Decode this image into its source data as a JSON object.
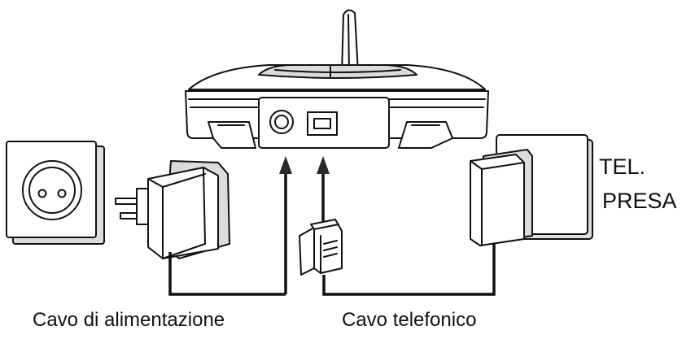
{
  "diagram": {
    "labels": {
      "power_cable": "Cavo di alimentazione",
      "phone_cable": "Cavo telefonico",
      "tel": "TEL.",
      "presa": "PRESA"
    },
    "colors": {
      "line": "#111111",
      "shade": "#dcdcdc",
      "background": "#ffffff"
    },
    "icons": [
      "base-station-icon",
      "wall-socket-icon",
      "power-adapter-icon",
      "telephone-plug-icon",
      "phone-wall-jack-icon",
      "arrow-up-icon"
    ]
  }
}
